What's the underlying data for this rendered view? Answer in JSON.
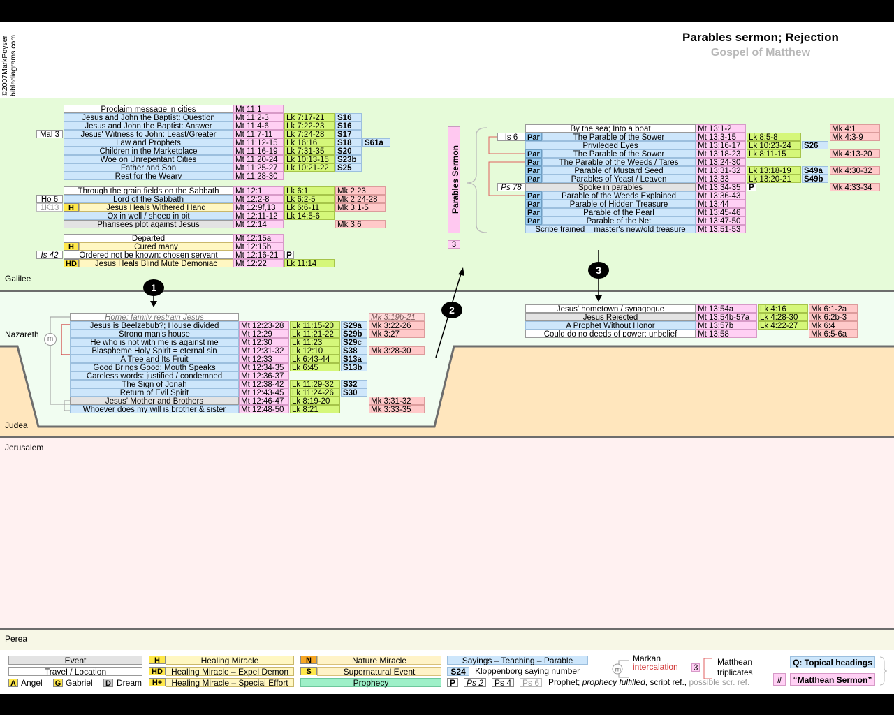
{
  "title": "Parables sermon; Rejection",
  "subtitle": "Gospel of Matthew",
  "credit": "©2007MarkPoyser\nbiblediagrams.com",
  "regions": {
    "galilee": "Galilee",
    "nazareth": "Nazareth",
    "judea": "Judea",
    "jerusalem": "Jerusalem",
    "perea": "Perea"
  },
  "markers": {
    "m1": "1",
    "m2": "2",
    "m3": "3",
    "triplet": "3",
    "m": "m"
  },
  "sermon_label": "Parables Sermon",
  "group1": [
    {
      "pre": "",
      "ev": "Proclaim message in cities",
      "mt": "Mt 11:1",
      "lk": "",
      "s": "",
      "s2": "",
      "style": "evw"
    },
    {
      "pre": "",
      "ev": "Jesus and John the Baptist: Question",
      "mt": "Mt 11:2-3",
      "lk": "Lk 7:17-21",
      "s": "S16",
      "s2": "",
      "style": "ev"
    },
    {
      "pre": "",
      "ev": "Jesus and John the Baptist: Answer",
      "mt": "Mt 11:4-6",
      "lk": "Lk 7:22-23",
      "s": "S16",
      "s2": "",
      "style": "ev"
    },
    {
      "pre": "Mal 3",
      "ev": "Jesus' Witness to John: Least/Greater",
      "mt": "Mt 11:7-11",
      "lk": "Lk 7:24-28",
      "s": "S17",
      "s2": "",
      "style": "ev"
    },
    {
      "pre": "",
      "ev": "Law and Prophets",
      "mt": "Mt 11:12-15",
      "lk": "Lk 16:16",
      "s": "S18",
      "s2": "S61a",
      "style": "ev"
    },
    {
      "pre": "",
      "ev": "Children in the Marketplace",
      "mt": "Mt 11:16-19",
      "lk": "Lk 7:31-35",
      "s": "S20",
      "s2": "",
      "style": "ev"
    },
    {
      "pre": "",
      "ev": "Woe on Unrepentant Cities",
      "mt": "Mt 11:20-24",
      "lk": "Lk 10:13-15",
      "s": "S23b",
      "s2": "",
      "style": "ev"
    },
    {
      "pre": "",
      "ev": "Father and Son",
      "mt": "Mt 11:25-27",
      "lk": "Lk 10:21-22",
      "s": "S25",
      "s2": "",
      "style": "ev"
    },
    {
      "pre": "",
      "ev": "Rest for the Weary",
      "mt": "Mt 11:28-30",
      "lk": "",
      "s": "",
      "s2": "",
      "style": "ev"
    }
  ],
  "group2": [
    {
      "pre": "",
      "tag": "",
      "ev": "Through the grain fields on the Sabbath",
      "mt": "Mt 12:1",
      "lk": "Lk 6:1",
      "mk": "Mk 2:23",
      "style": "evw"
    },
    {
      "pre": "Ho 6",
      "tag": "",
      "ev": "Lord of the Sabbath",
      "mt": "Mt 12:2-8",
      "lk": "Lk 6:2-5",
      "mk": "Mk 2:24-28",
      "style": "ev"
    },
    {
      "pre": "1K13",
      "tag": "H",
      "ev": "Jesus Heals Withered Hand",
      "mt": "Mt 12:9f,13",
      "lk": "Lk 6:6-11",
      "mk": "Mk 3:1-5",
      "style": "evy"
    },
    {
      "pre": "",
      "tag": "",
      "ev": "Ox in well / sheep in pit",
      "mt": "Mt 12:11-12",
      "lk": "Lk 14:5-6",
      "mk": "",
      "style": "ev"
    },
    {
      "pre": "",
      "tag": "",
      "ev": "Pharisees plot against Jesus",
      "mt": "Mt 12:14",
      "lk": "",
      "mk": "Mk 3:6",
      "style": "evg"
    }
  ],
  "group3": [
    {
      "pre": "",
      "tag": "",
      "ev": "Departed",
      "mt": "Mt 12:15a",
      "lk": "",
      "p": "",
      "style": "evw"
    },
    {
      "pre": "",
      "tag": "H",
      "ev": "Cured many",
      "mt": "Mt 12:15b",
      "lk": "",
      "p": "",
      "style": "evy"
    },
    {
      "pre": "Is 42",
      "tag": "",
      "ev": "Ordered not be known; chosen servant",
      "mt": "Mt 12:16-21",
      "lk": "",
      "p": "P",
      "style": "evw"
    },
    {
      "pre": "",
      "tag": "HD",
      "ev": "Jesus Heals Blind Mute Demoniac",
      "mt": "Mt 12:22",
      "lk": "Lk 11:14",
      "p": "",
      "style": "evy"
    }
  ],
  "parables": [
    {
      "pre": "",
      "tag": "",
      "ev": "By the sea; Into a boat",
      "mt": "Mt 13:1-2",
      "lk": "",
      "s": "",
      "mk": "Mk 4:1",
      "style": "evw"
    },
    {
      "pre": "Is 6",
      "tag": "Par",
      "ev": "The Parable of the Sower",
      "mt": "Mt 13:3-15",
      "lk": "Lk 8:5-8",
      "s": "",
      "mk": "Mk 4:3-9",
      "style": "ev"
    },
    {
      "pre": "",
      "tag": "",
      "ev": "Privileged Eyes",
      "mt": "Mt 13:16-17",
      "lk": "Lk 10:23-24",
      "s": "S26",
      "mk": "",
      "style": "ev"
    },
    {
      "pre": "",
      "tag": "Par",
      "ev": "The Parable of the Sower",
      "mt": "Mt 13:18-23",
      "lk": "Lk 8:11-15",
      "s": "",
      "mk": "Mk 4:13-20",
      "style": "ev"
    },
    {
      "pre": "",
      "tag": "Par",
      "ev": "The Parable of the Weeds / Tares",
      "mt": "Mt 13:24-30",
      "lk": "",
      "s": "",
      "mk": "",
      "style": "ev"
    },
    {
      "pre": "",
      "tag": "Par",
      "ev": "Parable of Mustard Seed",
      "mt": "Mt 13:31-32",
      "lk": "Lk 13:18-19",
      "s": "S49a",
      "mk": "Mk 4:30-32",
      "style": "ev"
    },
    {
      "pre": "",
      "tag": "Par",
      "ev": "Parables of Yeast / Leaven",
      "mt": "Mt 13:33",
      "lk": "Lk 13:20-21",
      "s": "S49b",
      "mk": "",
      "style": "ev"
    },
    {
      "pre": "Ps 78",
      "tag": "",
      "ev": "Spoke in parables",
      "mt": "Mt 13:34-35",
      "lk": "",
      "s": "P",
      "mk": "Mk 4:33-34",
      "style": "evg"
    },
    {
      "pre": "",
      "tag": "Par",
      "ev": "Parable of the Weeds Explained",
      "mt": "Mt 13:36-43",
      "lk": "",
      "s": "",
      "mk": "",
      "style": "ev"
    },
    {
      "pre": "",
      "tag": "Par",
      "ev": "Parable of Hidden Treasure",
      "mt": "Mt 13:44",
      "lk": "",
      "s": "",
      "mk": "",
      "style": "ev"
    },
    {
      "pre": "",
      "tag": "Par",
      "ev": "Parable of the Pearl",
      "mt": "Mt 13:45-46",
      "lk": "",
      "s": "",
      "mk": "",
      "style": "ev"
    },
    {
      "pre": "",
      "tag": "Par",
      "ev": "Parable of the Net",
      "mt": "Mt 13:47-50",
      "lk": "",
      "s": "",
      "mk": "",
      "style": "ev"
    },
    {
      "pre": "",
      "tag": "",
      "ev": "Scribe trained = master's new/old treasure",
      "mt": "Mt 13:51-53",
      "lk": "",
      "s": "",
      "mk": "",
      "style": "ev"
    }
  ],
  "nazareth": [
    {
      "ev": "Home; family restrain Jesus",
      "mt": "",
      "lk": "",
      "s": "",
      "mk": "Mk 3:19b-21",
      "style": "evi"
    },
    {
      "ev": "Jesus is Beelzebub?;  House divided",
      "mt": "Mt 12:23-28",
      "lk": "Lk 11:15-20",
      "s": "S29a",
      "mk": "Mk 3:22-26",
      "style": "ev"
    },
    {
      "ev": "Strong man's house",
      "mt": "Mt 12:29",
      "lk": "Lk 11:21-22",
      "s": "S29b",
      "mk": "Mk 3:27",
      "style": "ev"
    },
    {
      "ev": "He who is not with me is against me",
      "mt": "Mt 12:30",
      "lk": "Lk 11:23",
      "s": "S29c",
      "mk": "",
      "style": "ev"
    },
    {
      "ev": "Blaspheme Holy Spirit = eternal sin",
      "mt": "Mt 12:31-32",
      "lk": "Lk 12:10",
      "s": "S38",
      "mk": "Mk 3:28-30",
      "style": "ev"
    },
    {
      "ev": "A Tree and Its Fruit",
      "mt": "Mt 12:33",
      "lk": "Lk 6:43-44",
      "s": "S13a",
      "mk": "",
      "style": "ev"
    },
    {
      "ev": "Good Brings Good; Mouth Speaks",
      "mt": "Mt 12:34-35",
      "lk": "Lk 6:45",
      "s": "S13b",
      "mk": "",
      "style": "ev"
    },
    {
      "ev": "Careless words: justified / condemned",
      "mt": "Mt 12:36-37",
      "lk": "",
      "s": "",
      "mk": "",
      "style": "ev"
    },
    {
      "ev": "The Sign of Jonah",
      "mt": "Mt 12:38-42",
      "lk": "Lk 11:29-32",
      "s": "S32",
      "mk": "",
      "style": "ev"
    },
    {
      "ev": "Return of Evil Spirit",
      "mt": "Mt 12:43-45",
      "lk": "Lk 11:24-26",
      "s": "S30",
      "mk": "",
      "style": "ev"
    },
    {
      "ev": "Jesus' Mother and Brothers",
      "mt": "Mt 12:46-47",
      "lk": "Lk 8:19-20",
      "s": "",
      "mk": "Mk 3:31-32",
      "style": "evg"
    },
    {
      "ev": "Whoever does my will is brother & sister",
      "mt": "Mt 12:48-50",
      "lk": "Lk 8:21",
      "s": "",
      "mk": "Mk 3:33-35",
      "style": "ev"
    }
  ],
  "hometown": [
    {
      "ev": "Jesus' hometown / synagogue",
      "mt": "Mt 13:54a",
      "lk": "Lk 4:16",
      "mk": "Mk 6:1-2a",
      "style": "evw"
    },
    {
      "ev": "Jesus Rejected",
      "mt": "Mt 13:54b-57a",
      "lk": "Lk 4:28-30",
      "mk": "Mk 6:2b-3",
      "style": "evg"
    },
    {
      "ev": "A Prophet Without Honor",
      "mt": "Mt 13:57b",
      "lk": "Lk 4:22-27",
      "mk": "Mk 6:4",
      "style": "ev"
    },
    {
      "ev": "Could do no deeds of power; unbelief",
      "mt": "Mt 13:58",
      "lk": "",
      "mk": "Mk 6:5-6a",
      "style": "evw"
    }
  ],
  "legend": {
    "event": "Event",
    "travel": "Travel / Location",
    "angel": "Angel",
    "gabriel": "Gabriel",
    "dream": "Dream",
    "angel_key": "A",
    "gabriel_key": "G",
    "dream_key": "D",
    "h_key": "H",
    "h": "Healing Miracle",
    "hd_key": "HD",
    "hd": "Healing Miracle – Expel Demon",
    "hplus_key": "H+",
    "hplus": "Healing Miracle – Special Effort",
    "n_key": "N",
    "n": "Nature Miracle",
    "s_key": "S",
    "s": "Supernatural Event",
    "prophecy": "Prophecy",
    "sayings": "Sayings – Teaching – Parable",
    "s24_key": "S24",
    "s24": "Kloppenborg saying number",
    "p_key": "P",
    "ps2": "Ps 2",
    "ps4": "Ps 4",
    "ps6": "Ps 6",
    "prophet_a": "Prophet;",
    "prophet_b": "prophecy fulfilled",
    "prophet_c": ", script ref.,",
    "prophet_d": "possible scr. ref.",
    "markan_a": "Markan",
    "markan_b": "intercalation",
    "triplicate_key": "3",
    "triplicate_a": "Matthean",
    "triplicate_b": "triplicates",
    "q": "Q: Topical headings",
    "hash": "#",
    "matthean": "“Matthean Sermon”"
  },
  "colors": {
    "galilee": "#e6fbd9",
    "nazareth": "#f1fdf1",
    "judea": "#ffe6bd",
    "jerusalem": "#fff1f1",
    "perea": "#f7f7e6"
  }
}
